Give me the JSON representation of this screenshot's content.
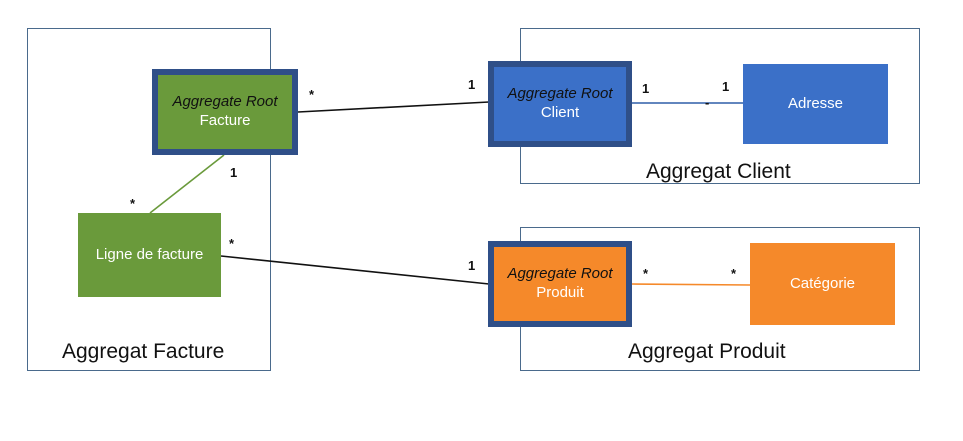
{
  "containers": {
    "facture": "Aggregat Facture",
    "client": "Aggregat Client",
    "produit": "Aggregat Produit"
  },
  "boxes": {
    "facture": {
      "tag": "Aggregate Root",
      "name": "Facture"
    },
    "client": {
      "tag": "Aggregate Root",
      "name": "Client"
    },
    "produit": {
      "tag": "Aggregate Root",
      "name": "Produit"
    },
    "ligne": {
      "name": "Ligne de facture"
    },
    "adresse": {
      "name": "Adresse"
    },
    "categorie": {
      "name": "Catégorie"
    }
  },
  "multiplicities": {
    "facture_client_a": "*",
    "facture_client_b": "1",
    "client_adresse_a": "1",
    "client_adresse_b": "1",
    "client_adresse_c": "-",
    "facture_ligne_a": "1",
    "facture_ligne_b": "*",
    "ligne_produit_a": "*",
    "ligne_produit_b": "1",
    "produit_categorie_a": "*",
    "produit_categorie_b": "*"
  },
  "colors": {
    "green": "#6a9a3b",
    "blue": "#3b70c8",
    "orange": "#f5892a",
    "root_border": "#2f4f88",
    "container_border": "#4a6a8c"
  }
}
